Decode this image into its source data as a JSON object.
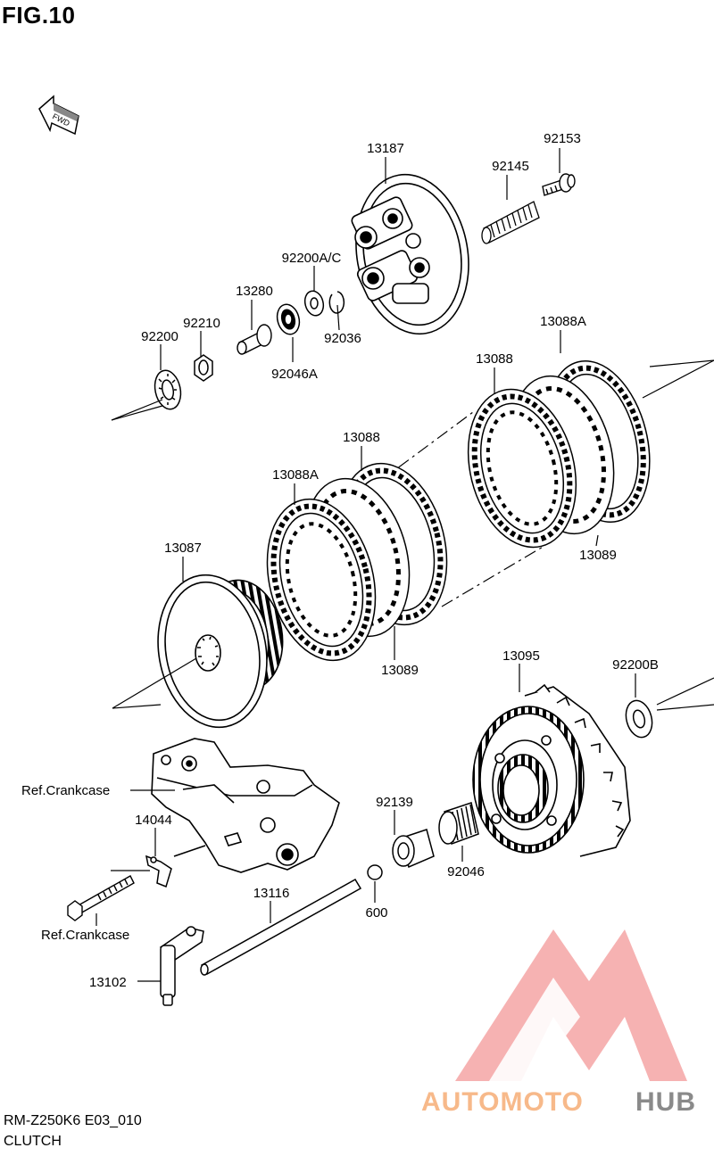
{
  "figure": {
    "title": "FIG.10",
    "fwd_label": "FWD",
    "model_code": "RM-Z250K6 E03_010",
    "section_name": "CLUTCH"
  },
  "parts": [
    {
      "id": "p13187",
      "label": "13187"
    },
    {
      "id": "p92153",
      "label": "92153"
    },
    {
      "id": "p92145",
      "label": "92145"
    },
    {
      "id": "p92200ac",
      "label": "92200A/C"
    },
    {
      "id": "p13280",
      "label": "13280"
    },
    {
      "id": "p92210",
      "label": "92210"
    },
    {
      "id": "p92200",
      "label": "92200"
    },
    {
      "id": "p92036",
      "label": "92036"
    },
    {
      "id": "p92046a",
      "label": "92046A"
    },
    {
      "id": "p13088a_top",
      "label": "13088A"
    },
    {
      "id": "p13088_top",
      "label": "13088"
    },
    {
      "id": "p13089_right",
      "label": "13089"
    },
    {
      "id": "p13088_mid",
      "label": "13088"
    },
    {
      "id": "p13088a_mid",
      "label": "13088A"
    },
    {
      "id": "p13087",
      "label": "13087"
    },
    {
      "id": "p13089_mid",
      "label": "13089"
    },
    {
      "id": "p13095",
      "label": "13095"
    },
    {
      "id": "p92200b",
      "label": "92200B"
    },
    {
      "id": "ref_crankcase_1",
      "label": "Ref.Crankcase"
    },
    {
      "id": "p14044",
      "label": "14044"
    },
    {
      "id": "p92139",
      "label": "92139"
    },
    {
      "id": "p92046",
      "label": "92046"
    },
    {
      "id": "p13116",
      "label": "13116"
    },
    {
      "id": "p600",
      "label": "600"
    },
    {
      "id": "ref_crankcase_2",
      "label": "Ref.Crankcase"
    },
    {
      "id": "p13102",
      "label": "13102"
    }
  ],
  "watermark": {
    "brand_part1": "AUTOMOTO",
    "brand_part2": "HUB",
    "color_orange": "#f7b98a",
    "color_gray": "#8a8a8a",
    "color_red": "#f5a5a5"
  }
}
